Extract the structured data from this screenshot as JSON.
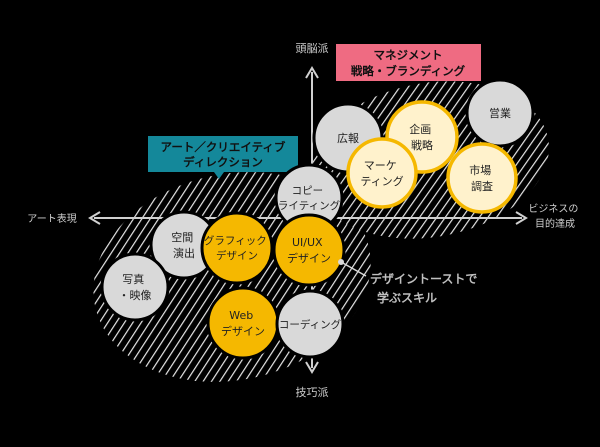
{
  "axes": {
    "top": "頭脳派",
    "bottom": "技巧派",
    "left": "アート表現",
    "right": [
      "ビジネスの",
      "目的達成"
    ]
  },
  "groups": {
    "management": [
      "マネジメント",
      "戦略・ブランディング"
    ],
    "art_direction": [
      "アート／クリエイティブ",
      "ディレクション"
    ],
    "design_toast": [
      "デザイントーストで",
      "学ぶスキル"
    ]
  },
  "skills": {
    "koho": [
      "広報"
    ],
    "kikaku": [
      "企画",
      "戦略"
    ],
    "eigyo": [
      "営業"
    ],
    "marketing": [
      "マーケ",
      "ティング"
    ],
    "shijo": [
      "市場",
      "調査"
    ],
    "copywriting": [
      "コピー",
      "ライティング"
    ],
    "kukan": [
      "空間",
      "演出"
    ],
    "graphic": [
      "グラフィック",
      "デザイン"
    ],
    "uiux": [
      "UI/UX",
      "デザイン"
    ],
    "shashin": [
      "写真",
      "・映像"
    ],
    "web": [
      "Web",
      "デザイン"
    ],
    "coding": [
      "コーディング"
    ]
  },
  "colors": {
    "background": "#000000",
    "gray_circle": "#d9d9d9",
    "yellow_circle": "#f5b800",
    "pale_circle": "#fff2cc",
    "management_label": "#ef6b82",
    "art_label": "#14889a"
  }
}
